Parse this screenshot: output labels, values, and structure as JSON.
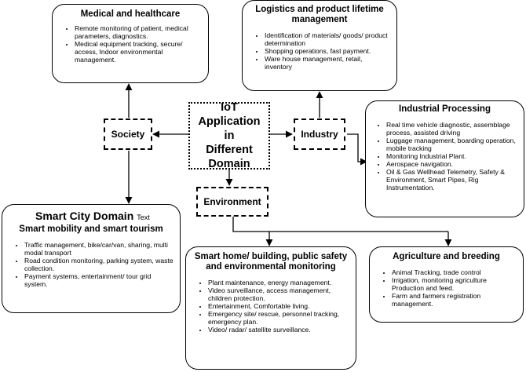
{
  "center": {
    "lines": [
      "IoT",
      "Application in",
      "Different",
      "Domain"
    ]
  },
  "nodes": {
    "society": "Society",
    "industry": "Industry",
    "environment": "Environment"
  },
  "boxes": {
    "medical": {
      "title": "Medical and healthcare",
      "items": [
        "Remote monitoring of patient, medical parameters, diagnostics.",
        "Medical equipment tracking, secure/ access, Indoor environmental management."
      ]
    },
    "logistics": {
      "title": "Logistics and product lifetime management",
      "items": [
        "Identification of materials/ goods/ product determination",
        "Shopping operations, fast payment.",
        "Ware house management, retail, inventory"
      ]
    },
    "industrial": {
      "title": "Industrial Processing",
      "items": [
        "Real time vehicle diagnostic, assemblage process, assisted driving",
        "Luggage management, boarding operation, mobile tracking",
        "Monitoring Industrial Plant.",
        "Aerospace navigation.",
        "Oil & Gas Wellhead Telemetry, Safety & Environment, Smart Pipes, Rig Instrumentation."
      ]
    },
    "smartcity": {
      "title": "Smart  City Domain",
      "tag": "Text",
      "subtitle": "Smart mobility and smart tourism",
      "items": [
        "Traffic management, bike/car/van, sharing, multi modal transport",
        "Road condition monitoring, parking system, waste collection.",
        "Payment systems, entertainment/ tour grid system."
      ]
    },
    "smarthome": {
      "title": "Smart home/ building, public safety and environmental monitoring",
      "items": [
        "Plant maintenance, energy management.",
        "Video surveillance, access management, children protection.",
        "Entertainment, Comfortable living.",
        "Emergency site/ rescue, personnel tracking, emergency plan.",
        "Video/ radar/ satellite surveillance."
      ]
    },
    "agriculture": {
      "title": "Agriculture and breeding",
      "items": [
        "Animal Tracking, trade control",
        "Irrigation, monitoring agriculture Production and feed.",
        "Farm and farmers registration management."
      ]
    }
  }
}
